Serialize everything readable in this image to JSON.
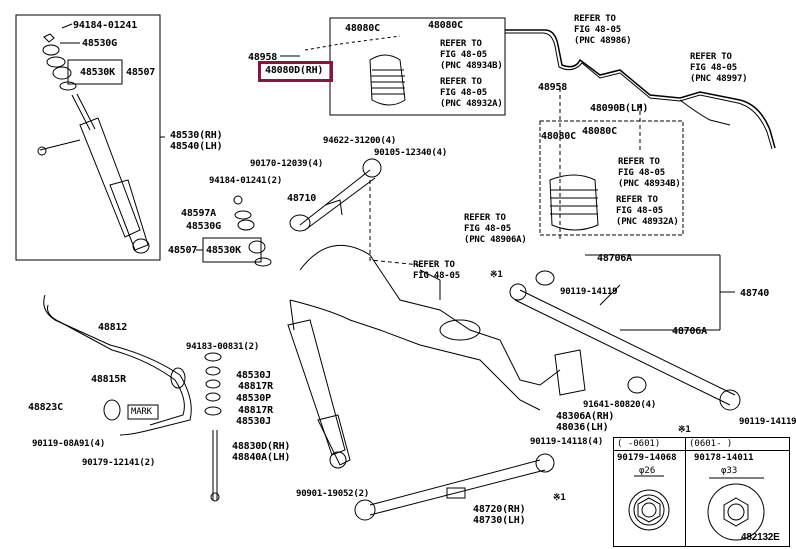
{
  "diagram": {
    "type": "parts-exploded-view",
    "figure_code": "482132E",
    "highlighted_part": "48080D(RH)"
  },
  "labels": {
    "l_94184_top": "94184-01241",
    "l_48530G_top": "48530G",
    "l_48530K_top": "48530K",
    "l_48507_top": "48507",
    "l_48530rh": "48530(RH)",
    "l_48540lh": "48540(LH)",
    "l_48958_a": "48958",
    "l_48080D": "48080D(RH)",
    "l_48080C_a": "48080C",
    "l_48080C_b": "48080C",
    "l_ref1_a": "REFER TO",
    "l_ref1_b": "FIG 48-05",
    "l_ref1_c": "(PNC 48934B)",
    "l_ref2_a": "REFER TO",
    "l_ref2_b": "FIG 48-05",
    "l_ref2_c": "(PNC 48932A)",
    "l_ref3_a": "REFER TO",
    "l_ref3_b": "FIG 48-05",
    "l_ref3_c": "(PNC 48986)",
    "l_ref4_a": "REFER TO",
    "l_ref4_b": "FIG 48-05",
    "l_ref4_c": "(PNC 48997)",
    "l_48958_b": "48958",
    "l_48090B": "48090B(LH)",
    "l_48080C_c": "48080C",
    "l_48080C_d": "48080C",
    "l_ref5_a": "REFER TO",
    "l_ref5_b": "FIG 48-05",
    "l_ref5_c": "(PNC 48934B)",
    "l_ref6_a": "REFER TO",
    "l_ref6_b": "FIG 48-05",
    "l_ref6_c": "(PNC 48932A)",
    "l_94622": "94622-31200(4)",
    "l_90170": "90170-12039(4)",
    "l_90105": "90105-12340(4)",
    "l_94184_mid": "94184-01241(2)",
    "l_48710": "48710",
    "l_48597A": "48597A",
    "l_48530G_mid": "48530G",
    "l_48507_mid": "48507",
    "l_48530K_mid": "48530K",
    "l_ref7_a": "REFER TO",
    "l_ref7_b": "FIG 48-05",
    "l_ref7_c": "(PNC 48906A)",
    "l_ref8_a": "REFER TO",
    "l_ref8_b": "FIG 48-05",
    "l_x1_a": "※1",
    "l_48706A_a": "48706A",
    "l_90119_14119_a": "90119-14119",
    "l_48740": "48740",
    "l_48706A_b": "48706A",
    "l_48812": "48812",
    "l_94183": "94183-00831(2)",
    "l_48530J_a": "48530J",
    "l_48817R_a": "48817R",
    "l_48530P": "48530P",
    "l_48817R_b": "48817R",
    "l_48530J_b": "48530J",
    "l_48815R": "48815R",
    "l_48823C": "48823C",
    "l_mark": "MARK",
    "l_90119_08A91": "90119-08A91(4)",
    "l_90179_12141": "90179-12141(2)",
    "l_48830D": "48830D(RH)",
    "l_48840A": "48840A(LH)",
    "l_91641": "91641-80820(4)",
    "l_48306A": "48306A(RH)",
    "l_48036": "48036(LH)",
    "l_90119_14119_b": "90119-14119",
    "l_90119_14118": "90119-14118(4)",
    "l_90901": "90901-19052(2)",
    "l_48720": "48720(RH)",
    "l_48730": "48730(LH)",
    "l_x1_b": "※1"
  },
  "note_table": {
    "title": "※1",
    "columns": [
      "(     -0601)",
      "(0601-     )"
    ],
    "part_numbers": [
      "90179-14068",
      "90178-14011"
    ],
    "diameters": [
      "φ26",
      "φ33"
    ]
  }
}
